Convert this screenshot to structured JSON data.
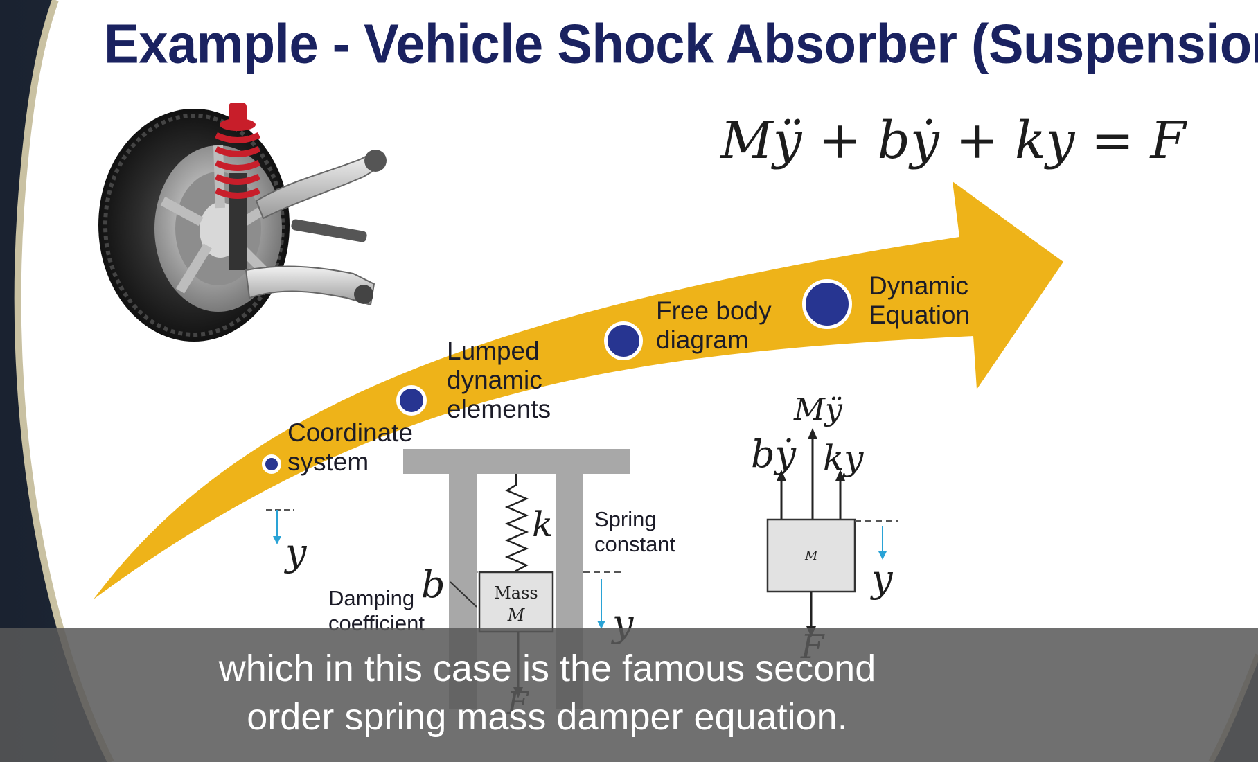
{
  "slide": {
    "title": "Example - Vehicle Shock Absorber (Suspension)",
    "equation": "Mÿ + bẏ + ky = F",
    "steps": [
      {
        "lines": [
          "Coordinate",
          "system"
        ]
      },
      {
        "lines": [
          "Lumped",
          "dynamic",
          "elements"
        ]
      },
      {
        "lines": [
          "Free body",
          "diagram"
        ]
      },
      {
        "lines": [
          "Dynamic",
          "Equation"
        ]
      }
    ]
  },
  "model_diagram": {
    "coordinate_symbol": "y",
    "spring_symbol": "k",
    "spring_label_lines": [
      "Spring",
      "constant"
    ],
    "damper_symbol": "b",
    "damper_label_lines": [
      "Damping",
      "coefficient"
    ],
    "mass_label_lines": [
      "Mass",
      "M"
    ],
    "displacement_symbol": "y",
    "force_symbol": "F"
  },
  "free_body_diagram": {
    "inertia_term": "Mÿ",
    "damping_term": "bẏ",
    "spring_term": "ky",
    "mass_symbol": "M",
    "displacement_symbol": "y",
    "force_symbol": "F"
  },
  "caption": {
    "lines": [
      "which in this case is the famous second",
      "order spring mass damper equation."
    ]
  },
  "colors": {
    "arrow": "#eeb319",
    "dot": "#273591",
    "title": "#1a2260",
    "spring_red": "#c81e2a",
    "caption_bg": "#585858"
  }
}
